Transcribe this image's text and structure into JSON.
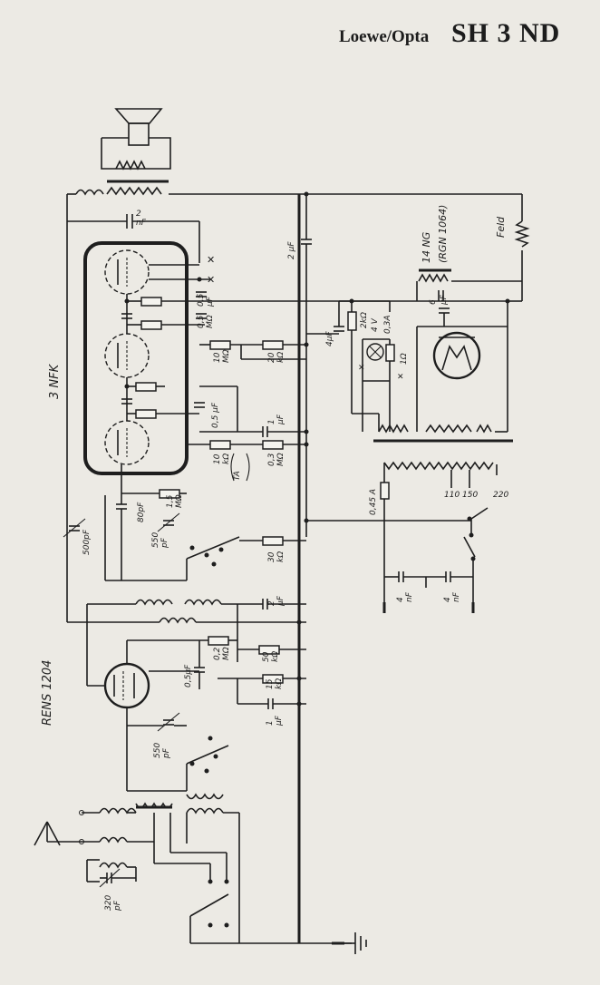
{
  "header": {
    "manufacturer": "Loewe/Opta",
    "model": "SH 3 ND"
  },
  "tubes": {
    "main": "3 NFK",
    "rectifier": "RENS 1204"
  },
  "labels": {
    "c_2nf_top": "2",
    "c_2nf_top_unit": "nF",
    "c_2uf_vert": "2 µF",
    "c_05uf": "0,5",
    "c_05uf_unit": "µF",
    "r_05m": "0,5",
    "r_05m_unit": "MΩ",
    "r_10m": "10",
    "r_10m_unit": "MΩ",
    "r_20k": "20",
    "r_20k_unit": "kΩ",
    "c_05uf_b": "0,5 µF",
    "c_1uf": "1",
    "c_1uf_unit": "µF",
    "r_10k": "10",
    "r_10k_unit": "kΩ",
    "r_03m": "0,3",
    "r_03m_unit": "MΩ",
    "ta": "TA",
    "r_15m": "1,5",
    "r_15m_unit": "MΩ",
    "c_80pf": "80pF",
    "c_500pf": "500pF",
    "c_550pf_a": "550",
    "c_550pf_a_unit": "pF",
    "r_30k": "30",
    "r_30k_unit": "kΩ",
    "c_2uf_b": "2",
    "c_2uf_b_unit": "µF",
    "r_02m": "0,2",
    "r_02m_unit": "MΩ",
    "r_50k": "50",
    "r_50k_unit": "kΩ",
    "c_05uf_c": "0,5µF",
    "r_15k": "15",
    "r_15k_unit": "kΩ",
    "c_1uf_b": "1",
    "c_1uf_b_unit": "µF",
    "c_550pf_b": "550",
    "c_550pf_b_unit": "pF",
    "c_320pf": "320",
    "c_320pf_unit": "pF",
    "c_4uf": "4µF",
    "r_2k": "2kΩ",
    "v_4": "4 V",
    "a_03": "0,3A",
    "r_1": "1Ω",
    "ng14": "14 NG",
    "rgn": "(RGN 1064)",
    "c_6uf": "6",
    "c_6uf_unit": "µF",
    "feld": "Feld",
    "fuse": "0,45 A",
    "v110": "110",
    "v150": "150",
    "v220": "220",
    "c_4nf_a": "4",
    "c_4nf_a_unit": "nF",
    "c_4nf_b": "4",
    "c_4nf_b_unit": "nF"
  }
}
